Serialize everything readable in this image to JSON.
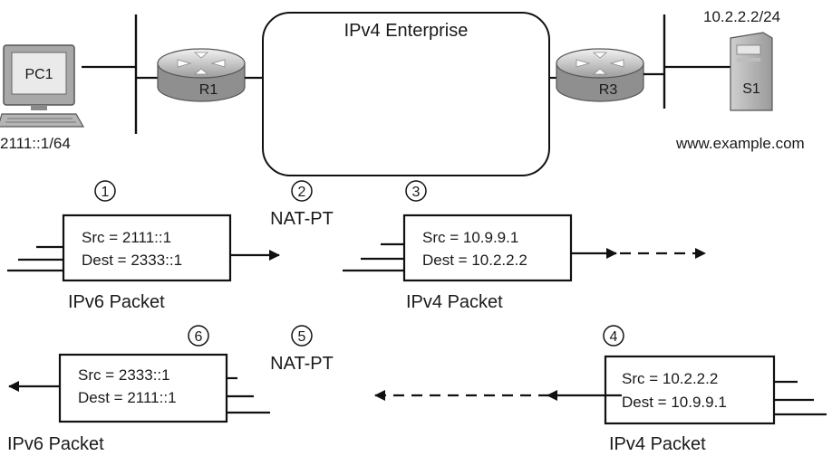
{
  "network": {
    "cloud_label": "IPv4 Enterprise",
    "pc": {
      "label": "PC1",
      "address": "2111::1/64"
    },
    "router_left": {
      "label": "R1"
    },
    "router_right": {
      "label": "R3"
    },
    "server": {
      "label": "S1",
      "address": "10.2.2.2/24",
      "hostname": "www.example.com"
    }
  },
  "steps": {
    "s1": "1",
    "s2": "2",
    "s3": "3",
    "s4": "4",
    "s5": "5",
    "s6": "6",
    "natpt_top": "NAT-PT",
    "natpt_bottom": "NAT-PT"
  },
  "packets": {
    "p1": {
      "src": "Src = 2111::1",
      "dest": "Dest = 2333::1",
      "caption": "IPv6 Packet"
    },
    "p3": {
      "src": "Src = 10.9.9.1",
      "dest": "Dest = 10.2.2.2",
      "caption": "IPv4 Packet"
    },
    "p4": {
      "src": "Src = 10.2.2.2",
      "dest": "Dest = 10.9.9.1",
      "caption": "IPv4 Packet"
    },
    "p6": {
      "src": "Src = 2333::1",
      "dest": "Dest = 2111::1",
      "caption": "IPv6 Packet"
    }
  }
}
